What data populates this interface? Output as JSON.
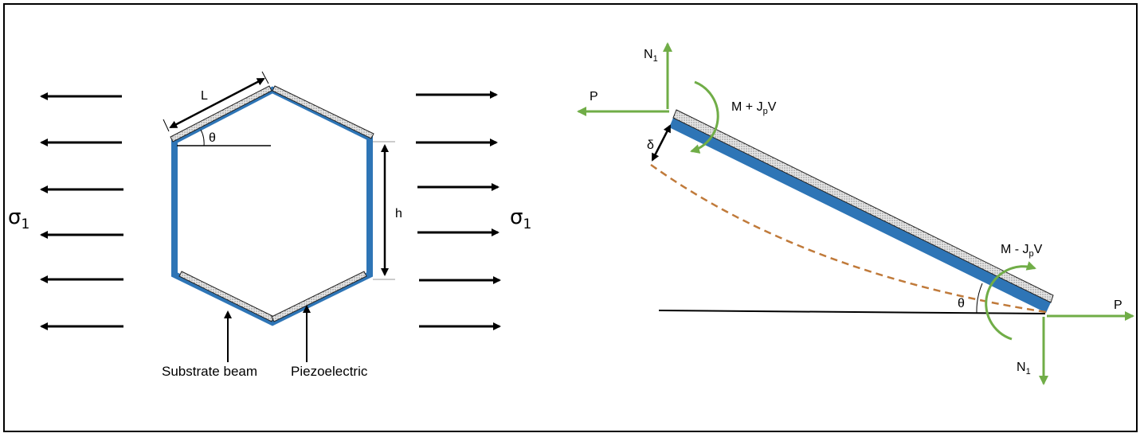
{
  "colors": {
    "substrate": "#2e75b6",
    "piezo_fill": "#d9d9d9",
    "force": "#70ad47",
    "deflection": "#c07a3a",
    "ink": "#000000"
  },
  "left_diagram": {
    "stress_left": "σ",
    "stress_left_sub": "1",
    "stress_right": "σ",
    "stress_right_sub": "1",
    "length_label": "L",
    "angle_label": "θ",
    "height_label": "h",
    "substrate_caption": "Substrate beam",
    "piezo_caption": "Piezoelectric"
  },
  "right_diagram": {
    "n1_top": "N",
    "n1_top_sub": "1",
    "p_left": "P",
    "moment_top": "M + J",
    "moment_top_sub": "p",
    "moment_top_tail": "V",
    "delta_label": "δ",
    "moment_bottom": "M - J",
    "moment_bottom_sub": "p",
    "moment_bottom_tail": "V",
    "angle_label": "θ",
    "p_right": "P",
    "n1_bottom": "N",
    "n1_bottom_sub": "1"
  }
}
